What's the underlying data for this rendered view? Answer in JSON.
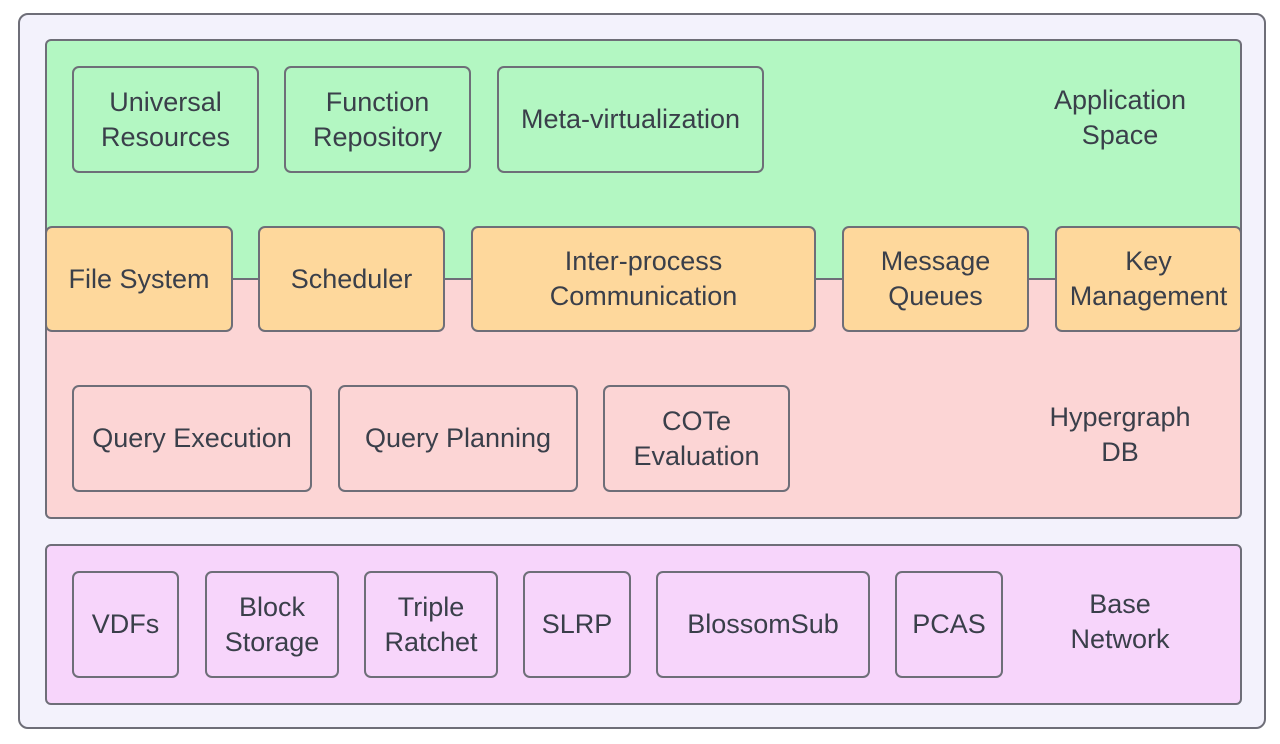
{
  "application_space": {
    "label": "Application\nSpace",
    "boxes": [
      "Universal\nResources",
      "Function\nRepository",
      "Meta-virtualization"
    ]
  },
  "kernel": {
    "boxes": [
      "File System",
      "Scheduler",
      "Inter-process\nCommunication",
      "Message\nQueues",
      "Key\nManagement"
    ]
  },
  "hypergraph_db": {
    "label": "Hypergraph\nDB",
    "boxes": [
      "Query Execution",
      "Query Planning",
      "COTe\nEvaluation"
    ]
  },
  "base_network": {
    "label": "Base\nNetwork",
    "boxes": [
      "VDFs",
      "Block\nStorage",
      "Triple\nRatchet",
      "SLRP",
      "BlossomSub",
      "PCAS"
    ]
  },
  "colors": {
    "application": "#b3f7c2",
    "kernel": "#fed89c",
    "hypergraph": "#fcd5d5",
    "base": "#f7d5fb",
    "frame": "#f3f2fc",
    "border": "#6e6e78"
  }
}
